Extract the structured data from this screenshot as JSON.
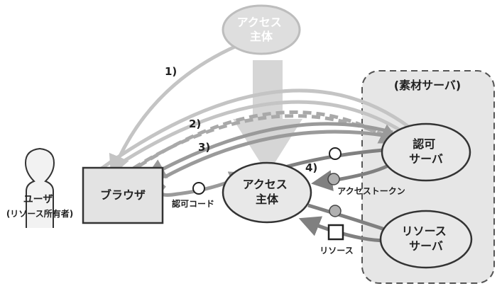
{
  "nodes": {
    "top_access_entity": "アクセス\n主体",
    "auth_group_label": "(素材サーバ)",
    "auth_server": "認可\nサーバ",
    "resource_server": "リソース\nサーバ",
    "browser": "ブラウザ",
    "access_entity": "アクセス\n主体",
    "user": "ユーザ\n(リソース所有者)"
  },
  "steps": {
    "step1": "1)",
    "step2": "2)",
    "step3": "3)",
    "step4": "4)"
  },
  "tokens": {
    "auth_code": "認可コード",
    "access_token": "アクセストークン",
    "resource": "リソース"
  }
}
